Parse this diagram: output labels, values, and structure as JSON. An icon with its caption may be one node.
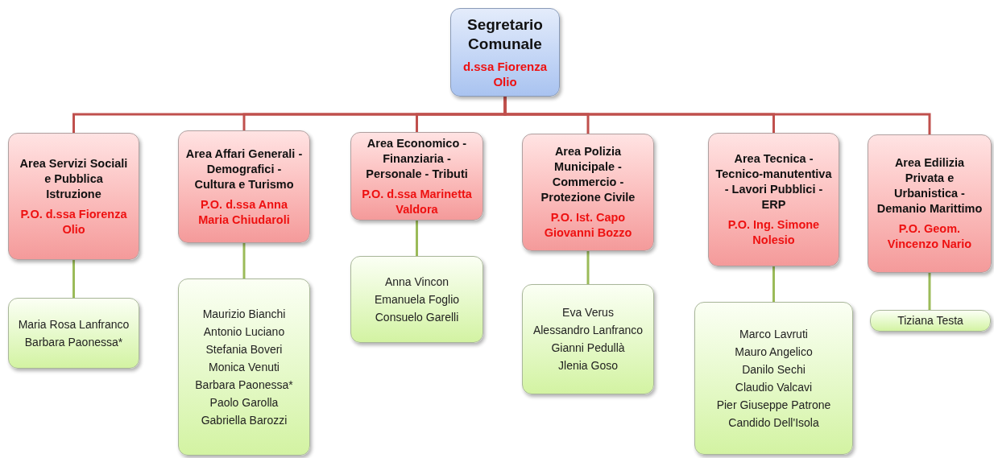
{
  "diagram": {
    "nodes": [
      {
        "text": [
          "Segretario Comunale",
          "d.ssa Fiorenza Olio"
        ]
      },
      {
        "text": [
          "Area Servizi Sociali e Pubblica Istruzione",
          "P.O. d.ssa Fiorenza Olio"
        ]
      },
      {
        "text": [
          "Area Affari Generali  - Demografici - Cultura e Turismo",
          "P.O. d.ssa Anna Maria Chiudaroli"
        ]
      },
      {
        "text": [
          "Area Economico - Finanziaria - Personale - Tributi",
          "P.O. d.ssa Marinetta Valdora"
        ]
      },
      {
        "text": [
          "Area Polizia Municipale - Commercio  - Protezione Civile",
          "P.O. Ist. Capo Giovanni Bozzo"
        ]
      },
      {
        "text": [
          "Area Tecnica - Tecnico-manutentiva - Lavori Pubblici - ERP",
          "P.O. Ing. Simone Nolesio"
        ]
      },
      {
        "text": [
          "Area Edilizia Privata e Urbanistica - Demanio Marittimo",
          "P.O. Geom. Vincenzo Nario"
        ]
      },
      {
        "text": [
          "Maria Rosa Lanfranco",
          "Barbara Paonessa*"
        ]
      },
      {
        "text": [
          "Maurizio Bianchi",
          "Antonio Luciano",
          "Stefania Boveri",
          "Monica Venuti",
          "Barbara Paonessa*",
          "Paolo Garolla",
          "Gabriella Barozzi"
        ]
      },
      {
        "text": [
          "Anna Vincon",
          "Emanuela Foglio",
          "Consuelo Garelli"
        ]
      },
      {
        "text": [
          "Eva Verus",
          "Alessandro Lanfranco",
          "Gianni Pedullà",
          "Jlenia  Goso"
        ]
      },
      {
        "text": [
          "Marco Lavruti",
          "Mauro Angelico",
          "Danilo Sechi",
          "Claudio Valcavi",
          "Pier  Giuseppe Patrone",
          "Candido Dell'Isola"
        ]
      },
      {
        "text": [
          "Tiziana Testa"
        ]
      }
    ],
    "edges": [
      {
        "from": 0,
        "to": 1,
        "arrow": "none"
      },
      {
        "from": 0,
        "to": 2,
        "arrow": "none"
      },
      {
        "from": 0,
        "to": 3,
        "arrow": "none"
      },
      {
        "from": 0,
        "to": 4,
        "arrow": "none"
      },
      {
        "from": 0,
        "to": 5,
        "arrow": "none"
      },
      {
        "from": 0,
        "to": 6,
        "arrow": "none"
      },
      {
        "from": 1,
        "to": 7,
        "arrow": "none",
        "color": "#9bbb59"
      },
      {
        "from": 2,
        "to": 8,
        "arrow": "none",
        "color": "#9bbb59"
      },
      {
        "from": 3,
        "to": 9,
        "arrow": "none",
        "color": "#9bbb59"
      },
      {
        "from": 4,
        "to": 10,
        "arrow": "none",
        "color": "#9bbb59"
      },
      {
        "from": 5,
        "to": 11,
        "arrow": "none",
        "color": "#9bbb59"
      },
      {
        "from": 6,
        "to": 12,
        "arrow": "none",
        "color": "#9bbb59"
      }
    ]
  }
}
